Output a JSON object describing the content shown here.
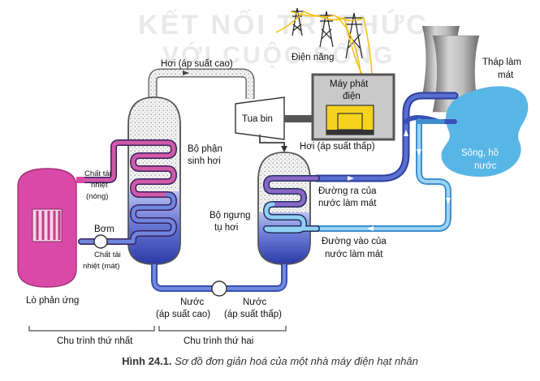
{
  "watermark": {
    "line1": "KẾT NỐI TRI THỨC",
    "line2": "VỚI CUỘC SỐNG"
  },
  "labels": {
    "power": "Điện năng",
    "cooling_tower_line1": "Tháp làm",
    "cooling_tower_line2": "mát",
    "steam_high": "Hơi (áp suất cao)",
    "generator_line1": "Máy phát",
    "generator_line2": "điện",
    "turbine": "Tua bin",
    "steam_generator_line1": "Bộ phận",
    "steam_generator_line2": "sinh hơi",
    "steam_low": "Hơi (áp suất thấp)",
    "river_line1": "Sông, hồ",
    "river_line2": "nước",
    "hot_coolant_line1": "Chất tải",
    "hot_coolant_line2": "nhiệt",
    "hot_coolant_line3": "(nóng)",
    "outlet_line1": "Đường ra của",
    "outlet_line2": "nước làm mát",
    "condenser_line1": "Bộ ngưng",
    "condenser_line2": "tụ hơi",
    "pump": "Bơm",
    "cold_coolant_line1": "Chất tải",
    "cold_coolant_line2": "nhiệt (mát)",
    "inlet_line1": "Đường vào của",
    "inlet_line2": "nước làm mát",
    "reactor": "Lò phản ứng",
    "water_high_line1": "Nước",
    "water_high_line2": "(áp suất cao)",
    "water_low_line1": "Nước",
    "water_low_line2": "(áp suất thấp)",
    "cycle1": "Chu trình thứ nhất",
    "cycle2": "Chu trình thứ hai"
  },
  "caption": {
    "number": "Hình 24.1.",
    "text": "Sơ đồ đơn giản hoá của một nhà máy điện hạt nhân"
  },
  "colors": {
    "reactor": "#d94aa7",
    "hot_pipe": "#c2448f",
    "cold_pipe": "#5b8fe0",
    "vessel_water": "#4a57c4",
    "outlet_pipe": "#3a57c0",
    "inlet_pipe": "#7ab8e8",
    "river": "#5ab8e8",
    "generator": "#f4d21d",
    "tower": "#9a9a9a"
  }
}
